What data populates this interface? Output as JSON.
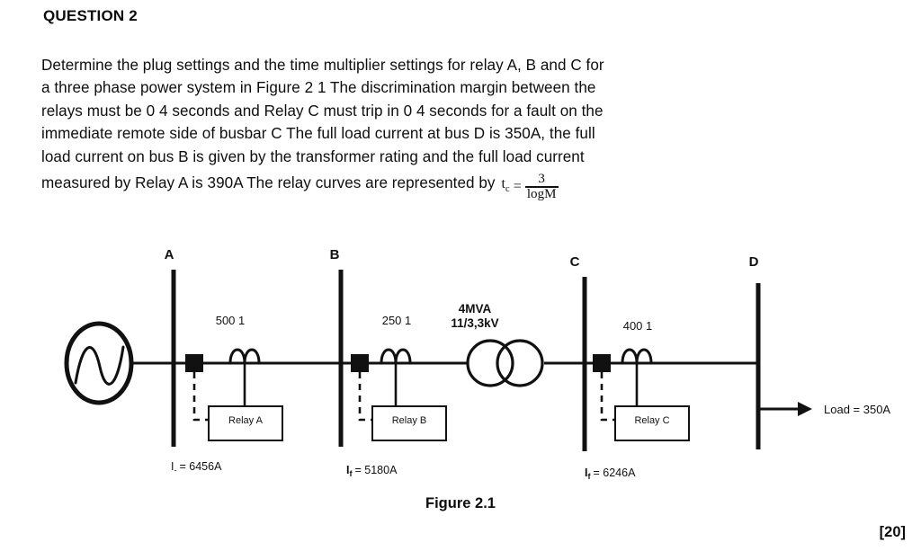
{
  "heading": "QUESTION 2",
  "body": {
    "lines": [
      "Determine the plug settings and the time multiplier settings for relay A, B and C for",
      "a three phase power system in Figure 2 1  The discrimination margin between the",
      "relays must be 0 4 seconds and Relay C must trip in 0 4 seconds for a fault on the",
      "immediate remote side of busbar C  The full load current at bus D is 350A, the full",
      "load current on bus B is given by the transformer rating and the full load current",
      "measured by Relay A is 390A  The relay curves are represented by"
    ],
    "formula": {
      "lhs": "t",
      "lhs_sub": "c",
      "equals": "=",
      "numerator": "3",
      "denominator": "logM"
    }
  },
  "figure": {
    "caption": "Figure 2.1",
    "marks": "[20]",
    "busbars": [
      {
        "id": "bus-a",
        "label": "A"
      },
      {
        "id": "bus-b",
        "label": "B"
      },
      {
        "id": "bus-c",
        "label": "C"
      },
      {
        "id": "bus-d",
        "label": "D"
      }
    ],
    "ct_ratios": [
      {
        "id": "ct-a",
        "label": "500 1"
      },
      {
        "id": "ct-b",
        "label": "250 1"
      },
      {
        "id": "ct-c",
        "label": "400 1"
      }
    ],
    "relays": [
      {
        "id": "relay-a",
        "label": "Relay A"
      },
      {
        "id": "relay-b",
        "label": "Relay B"
      },
      {
        "id": "relay-c",
        "label": "Relay C"
      }
    ],
    "transformer": {
      "rating": "4MVA",
      "voltage": "11/3,3kV"
    },
    "fault_currents": [
      {
        "id": "if-a",
        "symbol": "I",
        "subscript": "-",
        "value": "= 6456A"
      },
      {
        "id": "if-b",
        "symbol": "I",
        "subscript": "f",
        "value": "= 5180A"
      },
      {
        "id": "if-c",
        "symbol": "I",
        "subscript": "f",
        "value": "= 6246A"
      }
    ],
    "load": "Load = 350A",
    "generator": "generator-symbol"
  }
}
